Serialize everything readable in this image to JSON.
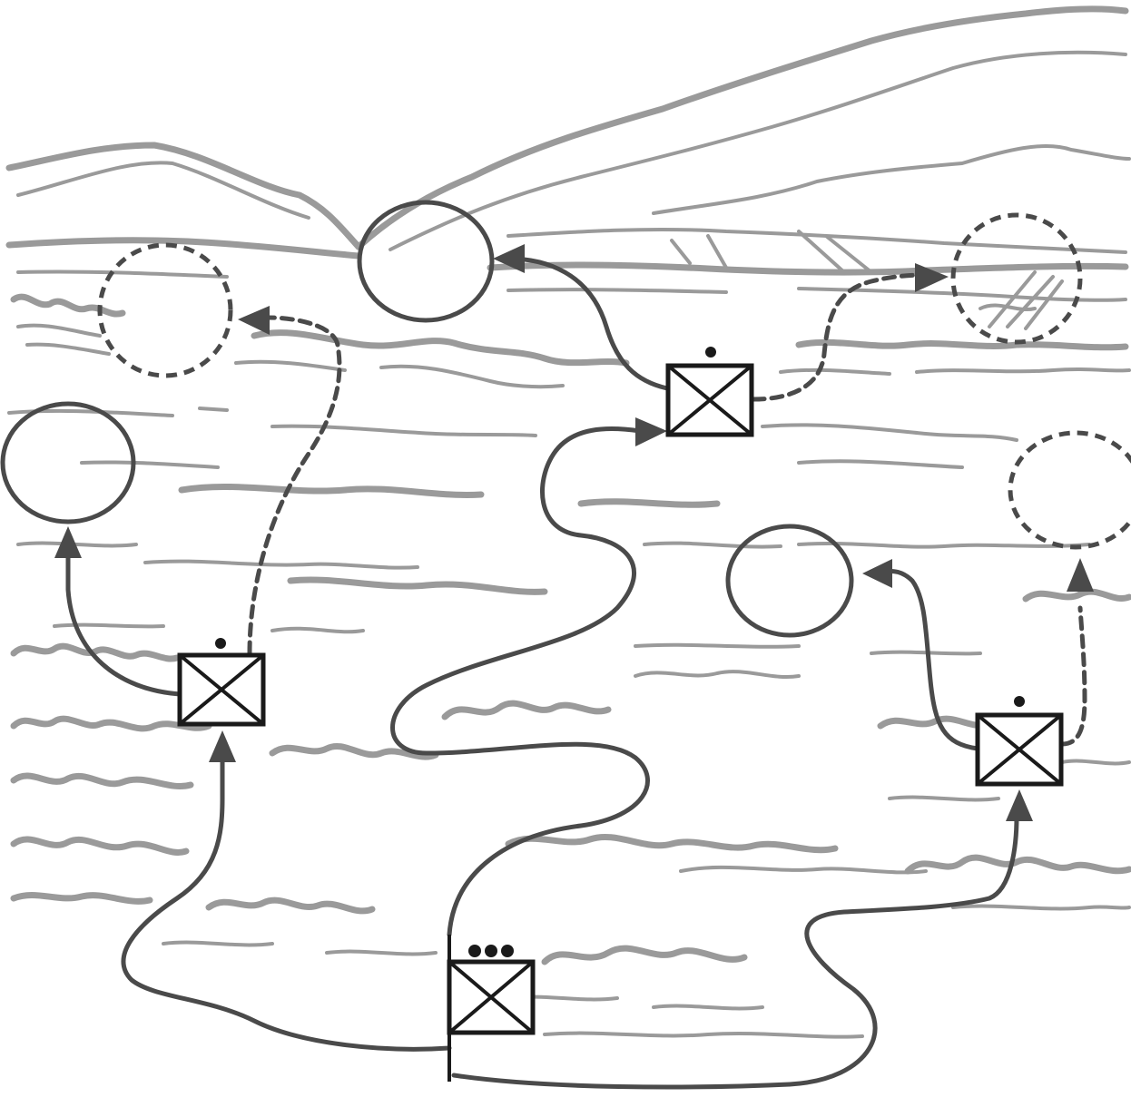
{
  "diagram": {
    "units": [
      {
        "id": "company-hq",
        "size_marker": "●●●",
        "symbol": "infantry"
      },
      {
        "id": "platoon-left",
        "size_marker": "●",
        "symbol": "infantry"
      },
      {
        "id": "platoon-center",
        "size_marker": "●",
        "symbol": "infantry"
      },
      {
        "id": "platoon-right",
        "size_marker": "●",
        "symbol": "infantry"
      }
    ],
    "objectives": [
      {
        "id": "objective-left-solid",
        "style": "solid"
      },
      {
        "id": "objective-left-dashed",
        "style": "dashed"
      },
      {
        "id": "objective-top-solid",
        "style": "solid"
      },
      {
        "id": "objective-top-right-dashed",
        "style": "dashed"
      },
      {
        "id": "objective-right-solid",
        "style": "solid"
      },
      {
        "id": "objective-right-dashed",
        "style": "dashed"
      }
    ],
    "colors": {
      "terrain": "#9a9a9a",
      "route": "#4a4a4a",
      "symbol": "#1a1a1a",
      "background": "#ffffff"
    }
  }
}
